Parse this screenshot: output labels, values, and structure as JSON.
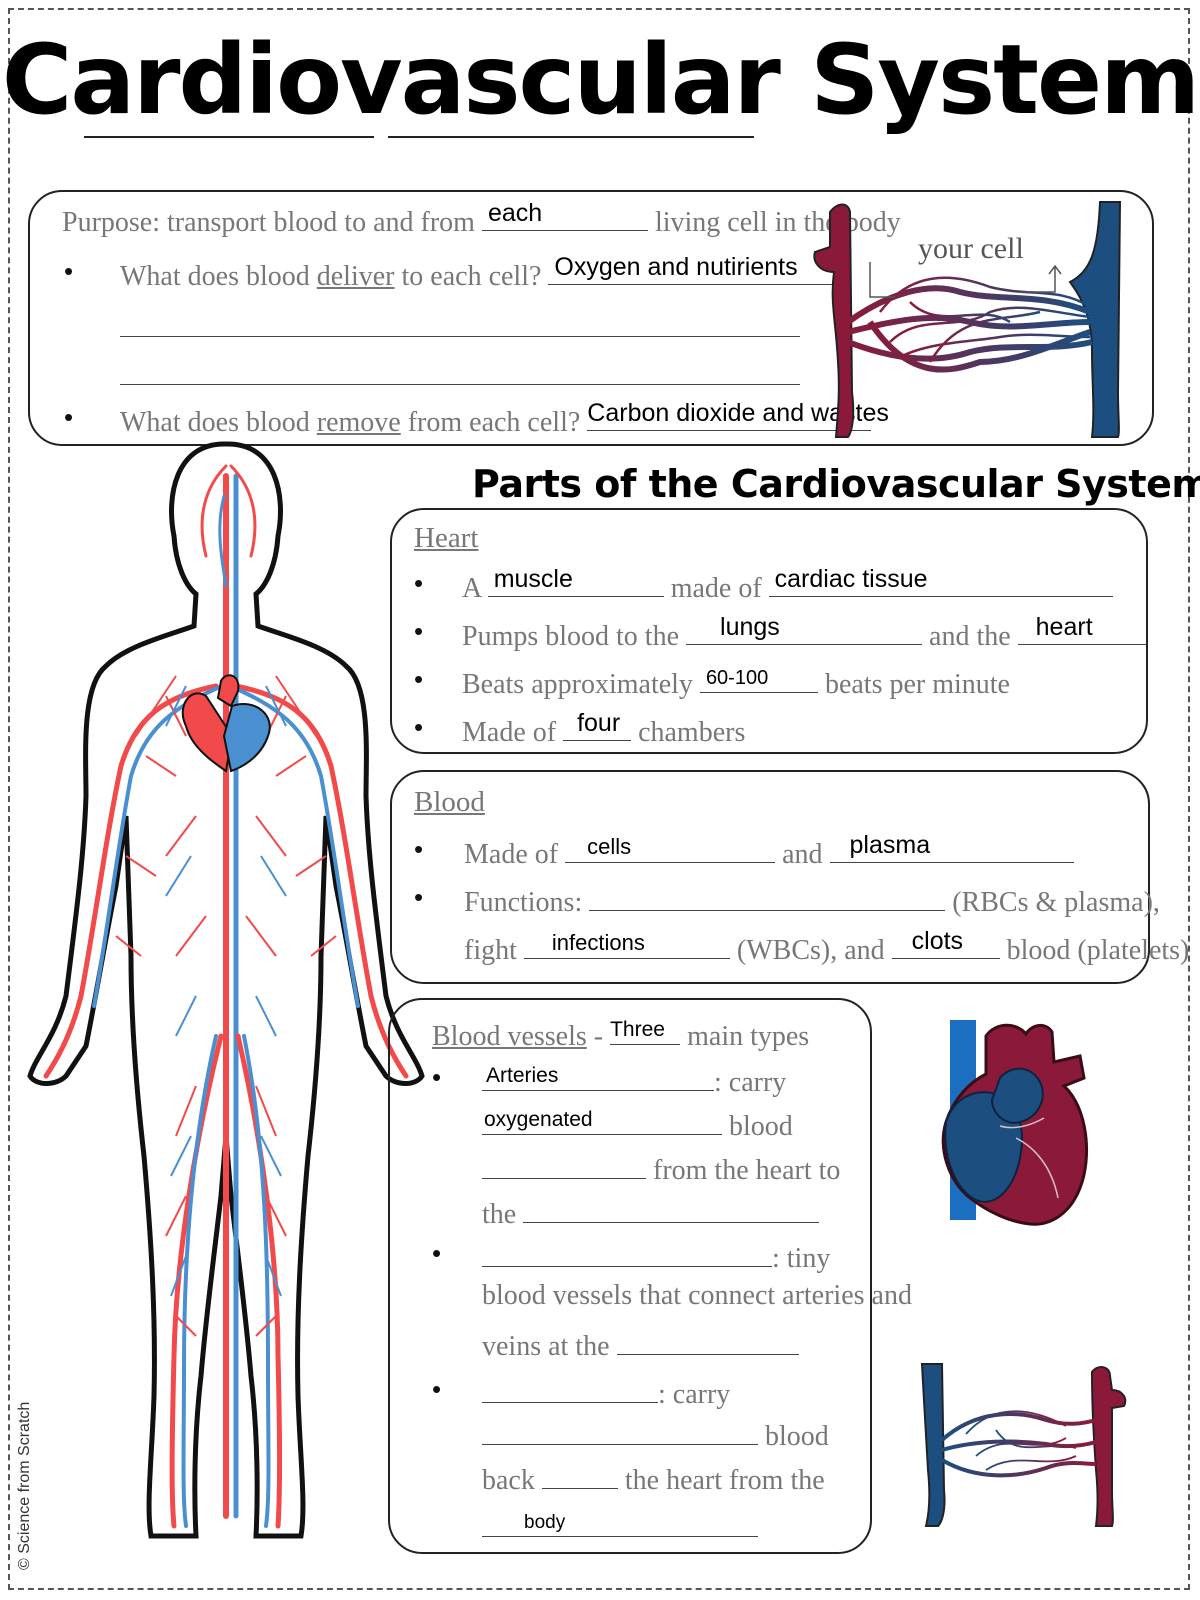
{
  "title": "Cardiovascular System",
  "purpose": {
    "prefix": "Purpose: transport blood to and from",
    "blank_answer": "each",
    "suffix": "living cell in the body",
    "q1_before": "What does blood",
    "q1_keyword": "deliver",
    "q1_after": "to each cell?",
    "q1_answer": "Oxygen and nutirients",
    "q2_before": "What does blood",
    "q2_keyword": "remove",
    "q2_after": "from each cell?",
    "q2_answer": "Carbon dioxide and wastes",
    "diagram_label": "your cell"
  },
  "parts_title": "Parts of the Cardiovascular System",
  "heart": {
    "title": "Heart",
    "b1_a": "A",
    "b1_ans1": "muscle",
    "b1_b": "made of",
    "b1_ans2": "cardiac tissue",
    "b2_a": "Pumps blood to the",
    "b2_ans1": "lungs",
    "b2_b": "and the",
    "b2_ans2": "heart",
    "b3_a": "Beats approximately",
    "b3_ans": "60-100",
    "b3_b": "beats per minute",
    "b4_a": "Made of",
    "b4_ans": "four",
    "b4_b": "chambers"
  },
  "blood": {
    "title": "Blood",
    "b1_a": "Made of",
    "b1_ans1": "cells",
    "b1_b": "and",
    "b1_ans2": "plasma",
    "b2_a": "Functions:",
    "b2_b": "(RBCs & plasma),",
    "b3_a": "fight",
    "b3_ans1": "infections",
    "b3_b": "(WBCs), and",
    "b3_ans2": "clots",
    "b3_c": "blood (platelets)"
  },
  "vessels": {
    "title": "Blood vessels",
    "dash": "-",
    "count_ans": "Three",
    "count_after": "main types",
    "a1_ans": "Arteries",
    "a1_after": ": carry",
    "a2_ans": "oxygenated",
    "a2_after": "blood",
    "a3_after": "from the heart to",
    "a4_before": "the",
    "c1_after": ": tiny",
    "c2_text": "blood vessels that connect arteries and",
    "c3_before": "veins at the",
    "v1_after": ": carry",
    "v2_after": "blood",
    "v3_before": "back",
    "v3_after": "the heart from the",
    "v4_ans": "body"
  },
  "copyright": "© Science from Scratch",
  "colors": {
    "artery_red": "#f24a4a",
    "vein_blue": "#4a90d0",
    "dark_red": "#8b1a3a",
    "dark_blue": "#1c4e80"
  }
}
